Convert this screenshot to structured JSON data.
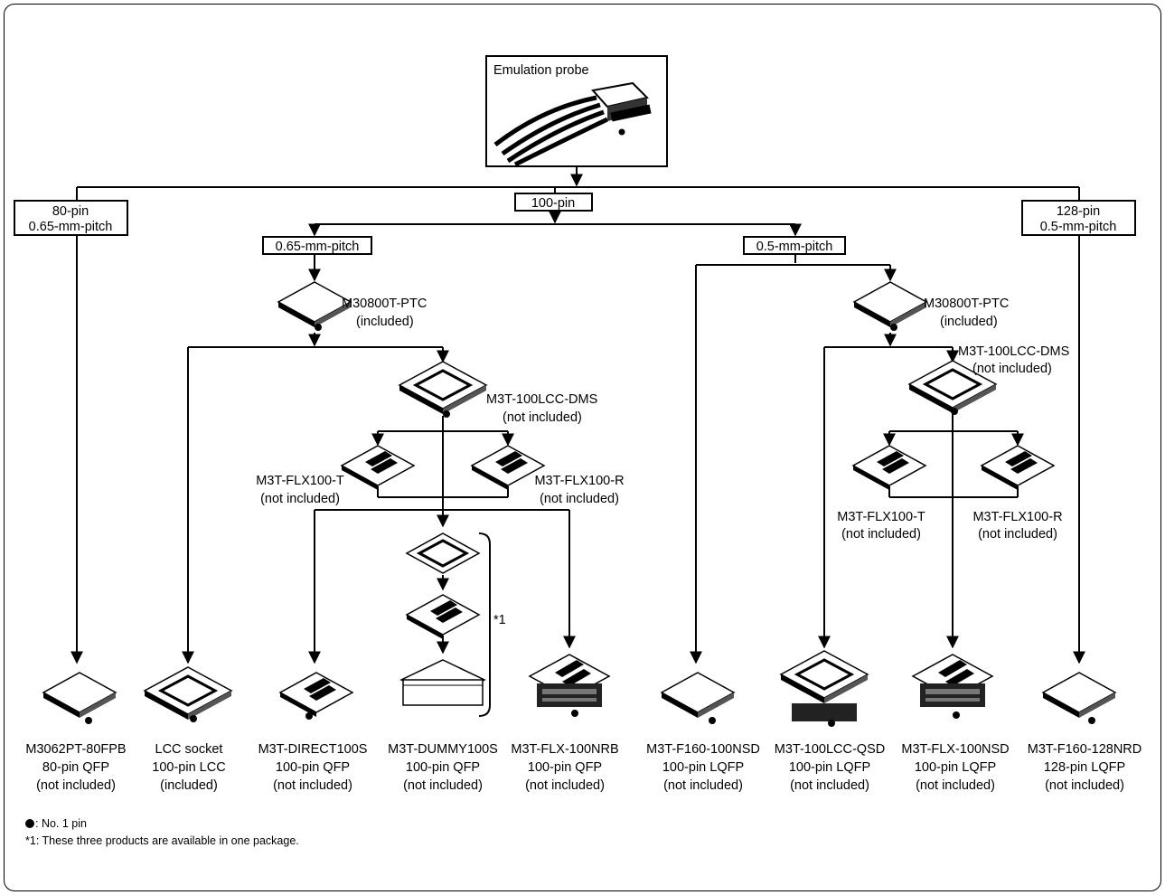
{
  "probe": {
    "label": "Emulation probe"
  },
  "branches": {
    "p80": [
      "80-pin",
      "0.65-mm-pitch"
    ],
    "p100": "100-pin",
    "p128": [
      "128-pin",
      "0.5-mm-pitch"
    ],
    "pitch065": "0.65-mm-pitch",
    "pitch05": "0.5-mm-pitch"
  },
  "intermediates": {
    "ptc_left": [
      "M30800T-PTC",
      "(included)"
    ],
    "dms_left": [
      "M3T-100LCC-DMS",
      "(not included)"
    ],
    "flxT_left": [
      "M3T-FLX100-T",
      "(not included)"
    ],
    "flxR_left": [
      "M3T-FLX100-R",
      "(not included)"
    ],
    "ptc_right": [
      "M30800T-PTC",
      "(included)"
    ],
    "dms_right": [
      "M3T-100LCC-DMS",
      "(not included)"
    ],
    "flxT_right": [
      "M3T-FLX100-T",
      "(not included)"
    ],
    "flxR_right": [
      "M3T-FLX100-R",
      "(not included)"
    ],
    "dummy_note": "*1"
  },
  "products": [
    {
      "name": "M3062PT-80FPB",
      "package": "80-pin QFP",
      "status": "(not included)"
    },
    {
      "name": "LCC socket",
      "package": "100-pin LCC",
      "status": "(included)"
    },
    {
      "name": "M3T-DIRECT100S",
      "package": "100-pin QFP",
      "status": "(not included)"
    },
    {
      "name": "M3T-DUMMY100S",
      "package": "100-pin QFP",
      "status": "(not included)"
    },
    {
      "name": "M3T-FLX-100NRB",
      "package": "100-pin QFP",
      "status": "(not included)"
    },
    {
      "name": "M3T-F160-100NSD",
      "package": "100-pin LQFP",
      "status": "(not included)"
    },
    {
      "name": "M3T-100LCC-QSD",
      "package": "100-pin LQFP",
      "status": "(not included)"
    },
    {
      "name": "M3T-FLX-100NSD",
      "package": "100-pin LQFP",
      "status": "(not included)"
    },
    {
      "name": "M3T-F160-128NRD",
      "package": "128-pin LQFP",
      "status": "(not included)"
    }
  ],
  "notes": {
    "pin1": ": No. 1 pin",
    "footnote": "*1: These three products are available in one package."
  }
}
